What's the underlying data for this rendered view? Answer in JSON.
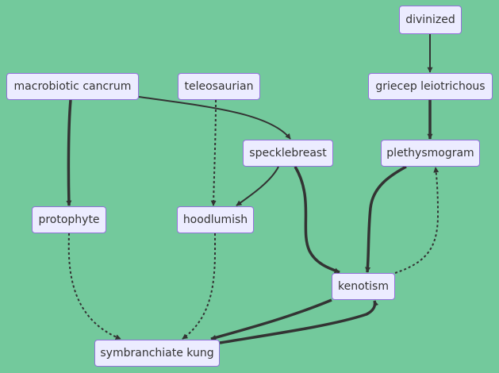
{
  "diagram": {
    "type": "flowchart",
    "colors": {
      "background": "#73c99c",
      "node_fill": "#ececff",
      "node_border": "#9370db",
      "edge": "#333333",
      "text": "#333333"
    },
    "nodes": [
      {
        "id": "divinized",
        "label": "divinized"
      },
      {
        "id": "macrobiotic_cancrum",
        "label": "macrobiotic cancrum"
      },
      {
        "id": "teleosaurian",
        "label": "teleosaurian"
      },
      {
        "id": "griecep_leiotrichous",
        "label": "griecep leiotrichous"
      },
      {
        "id": "specklebreast",
        "label": "specklebreast"
      },
      {
        "id": "plethysmogram",
        "label": "plethysmogram"
      },
      {
        "id": "protophyte",
        "label": "protophyte"
      },
      {
        "id": "hoodlumish",
        "label": "hoodlumish"
      },
      {
        "id": "kenotism",
        "label": "kenotism"
      },
      {
        "id": "symbranchiate_kung",
        "label": "symbranchiate kung"
      }
    ],
    "edges": [
      {
        "from": "divinized",
        "to": "griecep_leiotrichous",
        "style": "normal"
      },
      {
        "from": "griecep_leiotrichous",
        "to": "plethysmogram",
        "style": "thick"
      },
      {
        "from": "macrobiotic_cancrum",
        "to": "specklebreast",
        "style": "normal"
      },
      {
        "from": "macrobiotic_cancrum",
        "to": "protophyte",
        "style": "thick"
      },
      {
        "from": "teleosaurian",
        "to": "hoodlumish",
        "style": "dotted"
      },
      {
        "from": "specklebreast",
        "to": "hoodlumish",
        "style": "normal"
      },
      {
        "from": "specklebreast",
        "to": "kenotism",
        "style": "thick"
      },
      {
        "from": "plethysmogram",
        "to": "kenotism",
        "style": "thick"
      },
      {
        "from": "kenotism",
        "to": "plethysmogram",
        "style": "dotted"
      },
      {
        "from": "protophyte",
        "to": "symbranchiate_kung",
        "style": "dotted"
      },
      {
        "from": "hoodlumish",
        "to": "symbranchiate_kung",
        "style": "dotted"
      },
      {
        "from": "kenotism",
        "to": "symbranchiate_kung",
        "style": "thick"
      },
      {
        "from": "symbranchiate_kung",
        "to": "kenotism",
        "style": "thick"
      }
    ]
  }
}
